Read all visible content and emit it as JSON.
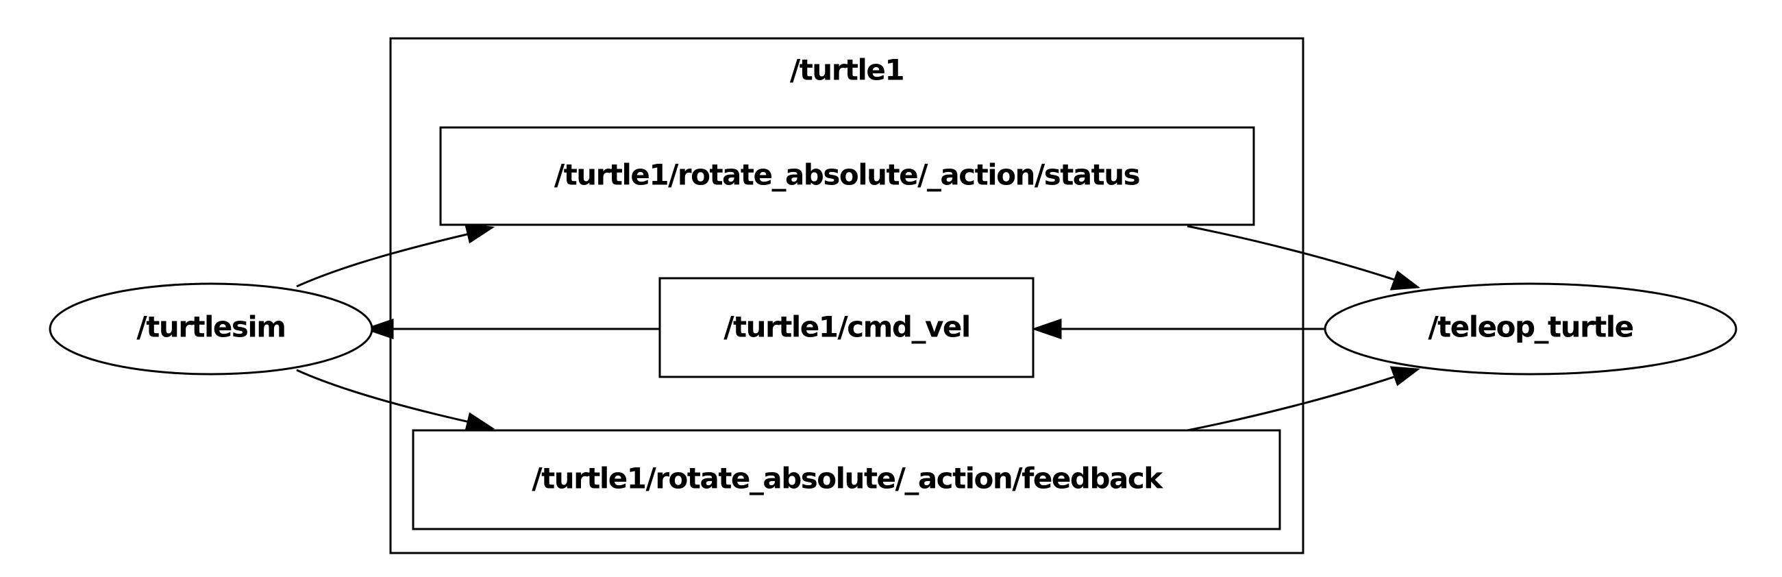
{
  "graph": {
    "cluster": {
      "label": "/turtle1"
    },
    "nodes": {
      "turtlesim": {
        "label": "/turtlesim",
        "kind": "node"
      },
      "teleop": {
        "label": "/teleop_turtle",
        "kind": "node"
      },
      "status": {
        "label": "/turtle1/rotate_absolute/_action/status",
        "kind": "topic"
      },
      "cmd_vel": {
        "label": "/turtle1/cmd_vel",
        "kind": "topic"
      },
      "feedback": {
        "label": "/turtle1/rotate_absolute/_action/feedback",
        "kind": "topic"
      }
    },
    "edges": [
      {
        "from": "/turtlesim",
        "to": "/turtle1/rotate_absolute/_action/status"
      },
      {
        "from": "/turtle1/rotate_absolute/_action/status",
        "to": "/teleop_turtle"
      },
      {
        "from": "/teleop_turtle",
        "to": "/turtle1/cmd_vel"
      },
      {
        "from": "/turtle1/cmd_vel",
        "to": "/turtlesim"
      },
      {
        "from": "/turtlesim",
        "to": "/turtle1/rotate_absolute/_action/feedback"
      },
      {
        "from": "/turtle1/rotate_absolute/_action/feedback",
        "to": "/teleop_turtle"
      }
    ],
    "colors": {
      "stroke": "#000000",
      "fill": "#ffffff",
      "text": "#000000"
    }
  }
}
